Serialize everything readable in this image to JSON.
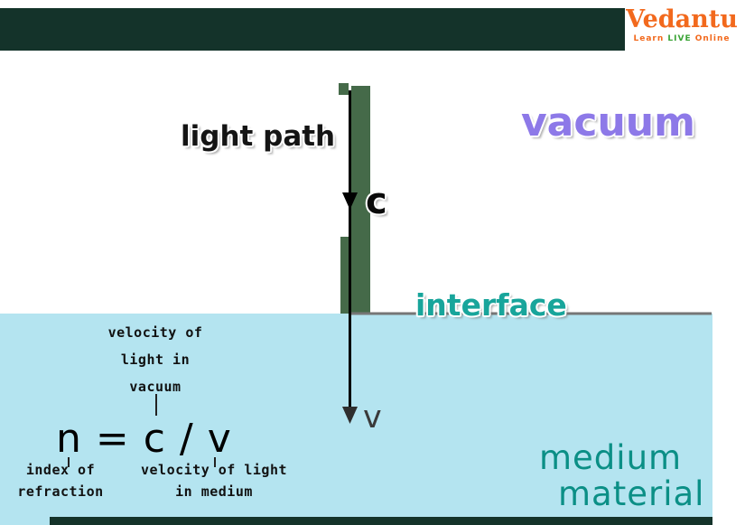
{
  "brand": {
    "name": "Vedantu",
    "tagline_learn": "Learn",
    "tagline_live": "LIVE",
    "tagline_online": "Online"
  },
  "diagram": {
    "light_path": "light path",
    "vacuum": "vacuum",
    "interface": "interface",
    "c_label": "c",
    "v_label": "v",
    "medium_line1": "medium",
    "medium_line2": "material"
  },
  "formula": {
    "equation": "n = c / v",
    "top_annotation": [
      "velocity of",
      "light in",
      "vacuum"
    ],
    "left_annotation": [
      "index of",
      "refraction"
    ],
    "right_annotation": [
      "velocity of light",
      "in medium"
    ]
  },
  "colors": {
    "top_band": "#14332a",
    "medium_fill": "#b4e4f0",
    "light_beam_green": "#456a49",
    "vacuum_text": "#8d79e8",
    "interface_text": "#18a59b",
    "medium_text": "#0b8f86",
    "brand_orange": "#f2691d",
    "brand_green": "#3aa335",
    "ray_black": "#000000"
  }
}
